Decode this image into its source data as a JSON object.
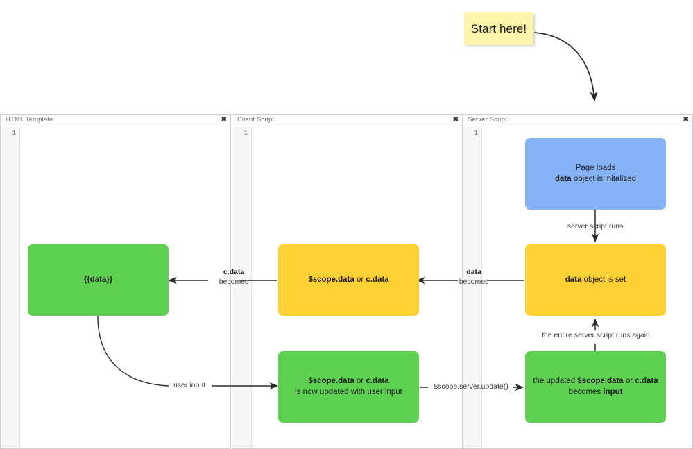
{
  "sticky_note": {
    "text": "Start here!",
    "color": "#fbf4ab"
  },
  "panels": [
    {
      "title": "HTML Template",
      "close_icon": "close-icon",
      "line_number": "1"
    },
    {
      "title": "Client Script",
      "close_icon": "close-icon",
      "line_number": "1"
    },
    {
      "title": "Server Script",
      "close_icon": "close-icon",
      "line_number": "1"
    }
  ],
  "diagram": {
    "nodes": [
      {
        "id": "page-loads",
        "line1": "Page loads",
        "line1_bold": "",
        "line2_pre": "",
        "line2_bold": "data",
        "line2_post": " object is initalized",
        "color": "#86b2f7"
      },
      {
        "id": "data-object-set",
        "pre": "",
        "bold": "data",
        "post": " object is set",
        "color": "#fed136"
      },
      {
        "id": "scope-data-or-c-data",
        "pre": "",
        "bold1": "$scope.data",
        "mid": " or ",
        "bold2": "c.data",
        "color": "#fed136"
      },
      {
        "id": "data-binding",
        "text": "{{data}}",
        "color": "#5ed152"
      },
      {
        "id": "updated-scope-data",
        "l1_pre": "the updated ",
        "l1_bold1": "$scope.data",
        "l1_mid": " or ",
        "l1_bold2": "c.data",
        "l2_pre": "becomes ",
        "l2_bold": "input",
        "color": "#5ed152"
      },
      {
        "id": "client-updated",
        "l1_bold1": "$scope.data",
        "l1_mid": " or ",
        "l1_bold2": "c.data",
        "l2": "is now updated with user input",
        "color": "#5ed152"
      }
    ],
    "edge_labels": [
      {
        "id": "server-script-runs",
        "text": "server script runs"
      },
      {
        "id": "data-becomes",
        "strong": "data",
        "sub": "becomes"
      },
      {
        "id": "c-data-becomes",
        "strong": "c.data",
        "sub": "becomes"
      },
      {
        "id": "entire-server-script",
        "text": "the entire server script runs again"
      },
      {
        "id": "scope-server-update",
        "text": "$scope.server.update()"
      },
      {
        "id": "user-input",
        "text": "user input"
      }
    ]
  }
}
